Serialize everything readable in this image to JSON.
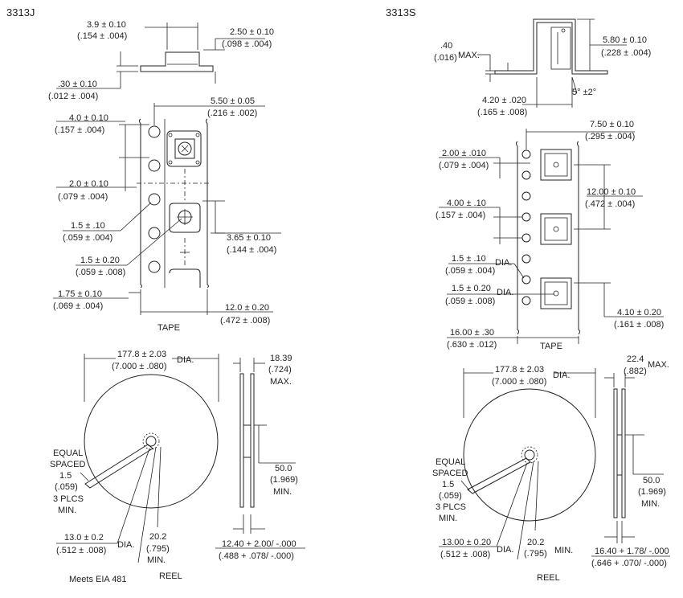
{
  "left": {
    "title": "3313J",
    "part_profile": {
      "width_mm": "3.9 ± 0.10",
      "width_in": "(.154 ± .004)",
      "height_mm": "2.50 ± 0.10",
      "height_in": "(.098 ± .004)",
      "thick_mm": ".30 ± 0.10",
      "thick_in": "(.012 ± .004)"
    },
    "tape": {
      "label": "TAPE",
      "d_550_mm": "5.50 ± 0.05",
      "d_550_in": "(.216 ± .002)",
      "d_40_mm": "4.0 ± 0.10",
      "d_40_in": "(.157 ± .004)",
      "d_20_mm": "2.0 ± 0.10",
      "d_20_in": "(.079 ± .004)",
      "d_15a_mm": "1.5 ± .10",
      "d_15a_in": "(.059 ± .004)",
      "d_15b_mm": "1.5 ± 0.20",
      "d_15b_in": "(.059 ± .008)",
      "d_365_mm": "3.65 ± 0.10",
      "d_365_in": "(.144 ± .004)",
      "d_175_mm": "1.75 ± 0.10",
      "d_175_in": "(.069 ± .004)",
      "d_120_mm": "12.0 ± 0.20",
      "d_120_in": "(.472 ± .008)"
    },
    "reel": {
      "label": "REEL",
      "dia_mm": "177.8 ± 2.03",
      "dia_in": "(7.000 ± .080)",
      "dia_suffix": "DIA.",
      "width_mm": "18.39",
      "width_in": "(.724)",
      "width_note": "MAX.",
      "equal_1": "EQUAL",
      "equal_2": "SPACED",
      "equal_mm": "1.5",
      "equal_in": "(.059)",
      "equal_3": "3 PLCS",
      "equal_4": "MIN.",
      "hub_mm": "13.0 ± 0.2",
      "hub_in": "(.512 ± .008)",
      "hub_suffix": "DIA.",
      "h202_mm": "20.2",
      "h202_in": "(.795)",
      "h202_note": "MIN.",
      "h50_mm": "50.0",
      "h50_in": "(1.969)",
      "h50_note": "MIN.",
      "w1240_mm": "12.40 + 2.00/ -.000",
      "w1240_in": "(.488 + .078/ -.000)"
    },
    "footnote": "Meets EIA 481"
  },
  "right": {
    "title": "3313S",
    "part_profile": {
      "max_mm": ".40",
      "max_in": "(.016)",
      "max_note": "MAX.",
      "h_mm": "5.80 ± 0.10",
      "h_in": "(.228 ± .004)",
      "angle": "5° ±2°",
      "w_mm": "4.20 ± .020",
      "w_in": "(.165 ± .008)"
    },
    "tape": {
      "label": "TAPE",
      "d_750_mm": "7.50 ± 0.10",
      "d_750_in": "(.295 ± .004)",
      "d_200_mm": "2.00 ± .010",
      "d_200_in": "(.079 ± .004)",
      "d_1200_mm": "12.00 ± 0.10",
      "d_1200_in": "(.472 ± .004)",
      "d_400_mm": "4.00 ± .10",
      "d_400_in": "(.157 ± .004)",
      "d_15a_mm": "1.5 ± .10",
      "d_15a_in": "(.059 ± .004)",
      "d_15a_suffix": "DIA.",
      "d_15b_mm": "1.5 ± 0.20",
      "d_15b_in": "(.059 ± .008)",
      "d_15b_suffix": "DIA.",
      "d_410_mm": "4.10 ± 0.20",
      "d_410_in": "(.161 ± .008)",
      "d_1600_mm": "16.00 ± .30",
      "d_1600_in": "(.630 ± .012)"
    },
    "reel": {
      "label": "REEL",
      "dia_mm": "177.8 ± 2.03",
      "dia_in": "(7.000 ± .080)",
      "dia_suffix": "DIA.",
      "width_mm": "22.4",
      "width_in": "(.882)",
      "width_note": "MAX.",
      "equal_1": "EQUAL",
      "equal_2": "SPACED",
      "equal_mm": "1.5",
      "equal_in": "(.059)",
      "equal_3": "3 PLCS",
      "equal_4": "MIN.",
      "hub_mm": "13.00 ± 0.20",
      "hub_in": "(.512 ± .008)",
      "hub_suffix": "DIA.",
      "h202_mm": "20.2",
      "h202_in": "(.795)",
      "h202_note": "MIN.",
      "h50_mm": "50.0",
      "h50_in": "(1.969)",
      "h50_note": "MIN.",
      "w1640_mm": "16.40 + 1.78/ -.000",
      "w1640_in": "(.646 + .070/ -.000)"
    }
  }
}
